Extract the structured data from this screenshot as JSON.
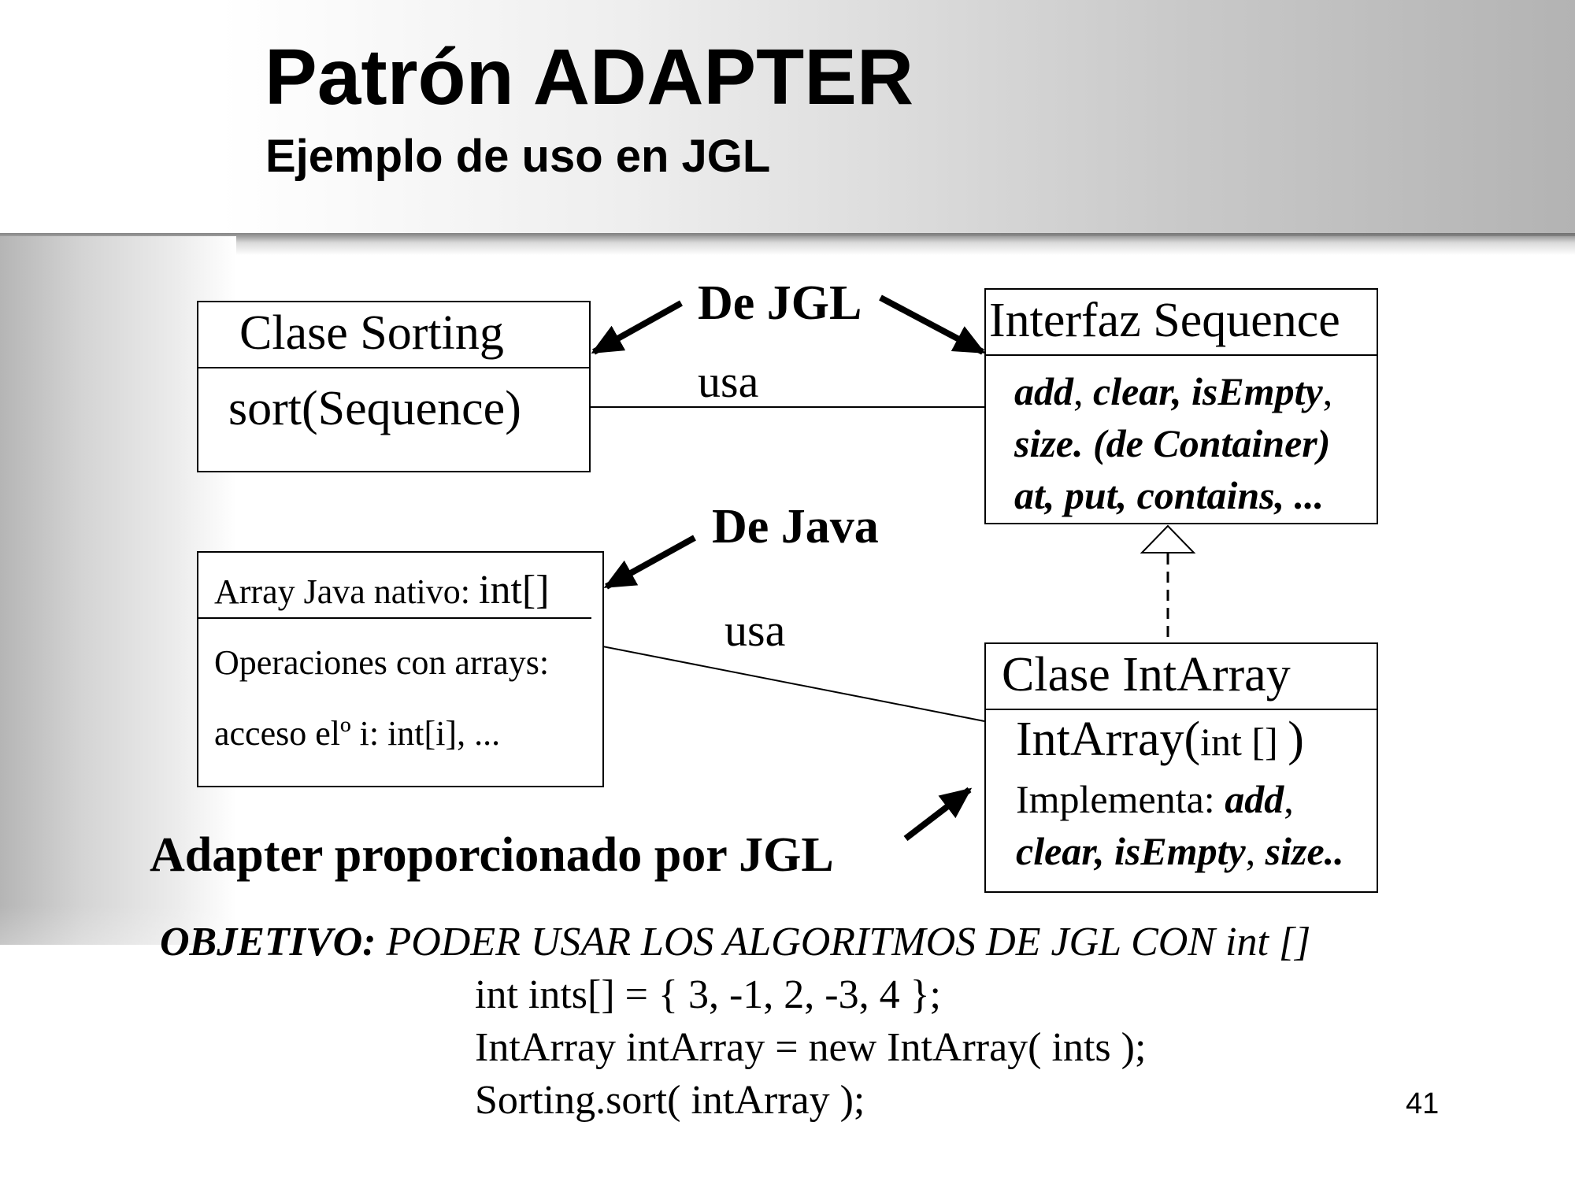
{
  "slide": {
    "title": "Patrón ADAPTER",
    "subtitle": "Ejemplo de uso en JGL",
    "page_number": "41"
  },
  "labels": {
    "from_jgl": "De JGL",
    "from_java": "De Java",
    "usa_top": "usa",
    "usa_bottom": "usa",
    "adapter_caption": "Adapter proporcionado por JGL"
  },
  "sorting_class": {
    "name": "Clase Sorting",
    "method": "sort(Sequence)"
  },
  "sequence_interface": {
    "name": "Interfaz Sequence",
    "line1": {
      "m1": "add",
      "s1": ", ",
      "m2": "clear, isEmpty",
      "s2": ","
    },
    "line2": "size. (de Container)",
    "line3": "at, put, contains, ..."
  },
  "java_array": {
    "name_prefix": "Array Java nativo: ",
    "name_type": "int[]",
    "ops_line1": "Operaciones con arrays:",
    "ops_line2": "acceso elº i: int[i], ..."
  },
  "intarray_class": {
    "name": "Clase IntArray",
    "ctor_name": "IntArray(",
    "ctor_param": "int [] ",
    "ctor_close": ")",
    "impl_prefix": "Implementa: ",
    "impl_m1": "add",
    "impl_s1": ",",
    "impl_m2": "clear, isEmpty",
    "impl_s2": ", ",
    "impl_m3": "size.."
  },
  "objective": {
    "label": "OBJETIVO:",
    "text": " PODER USAR LOS ALGORITMOS DE JGL CON int []"
  },
  "code_lines": [
    "int ints[] = { 3, -1, 2, -3, 4 };",
    "IntArray intArray = new IntArray( ints );",
    "Sorting.sort( intArray );"
  ]
}
